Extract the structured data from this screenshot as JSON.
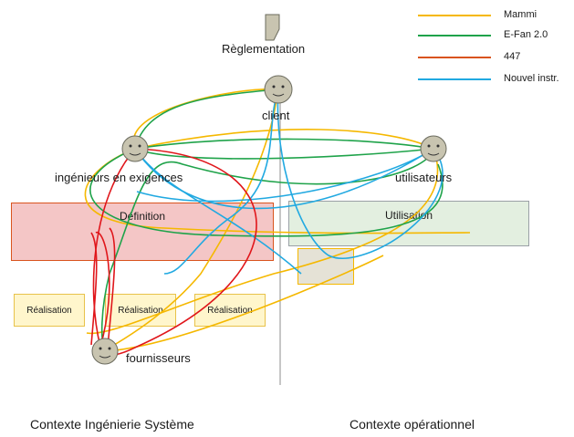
{
  "nodes": {
    "reglementation": "Règlementation",
    "client": "client",
    "ingenieurs": "ingénieurs en exigences",
    "utilisateurs": "utilisateurs",
    "fournisseurs": "fournisseurs"
  },
  "zones": {
    "definition": "Définition",
    "utilisation": "Utilisation",
    "realisation": [
      "Réalisation",
      "Réalisation",
      "Réalisation"
    ]
  },
  "contexts": {
    "left": "Contexte Ingénierie Système",
    "right": "Contexte opérationnel"
  },
  "legend": [
    {
      "label": "Mammi",
      "color": "#f5b800"
    },
    {
      "label": "E-Fan 2.0",
      "color": "#1fa34a"
    },
    {
      "label": "447",
      "color": "#d9541e"
    },
    {
      "label": "Nouvel instr.",
      "color": "#21a9e1"
    }
  ],
  "colors": {
    "red_path": "#e0161b",
    "definition_fill": "#f4c6c6",
    "definition_border": "#d9541e",
    "utilisation_fill": "#e3efe0",
    "utilisation_border": "#9aa0a6",
    "actor": "#c8c4b0"
  }
}
